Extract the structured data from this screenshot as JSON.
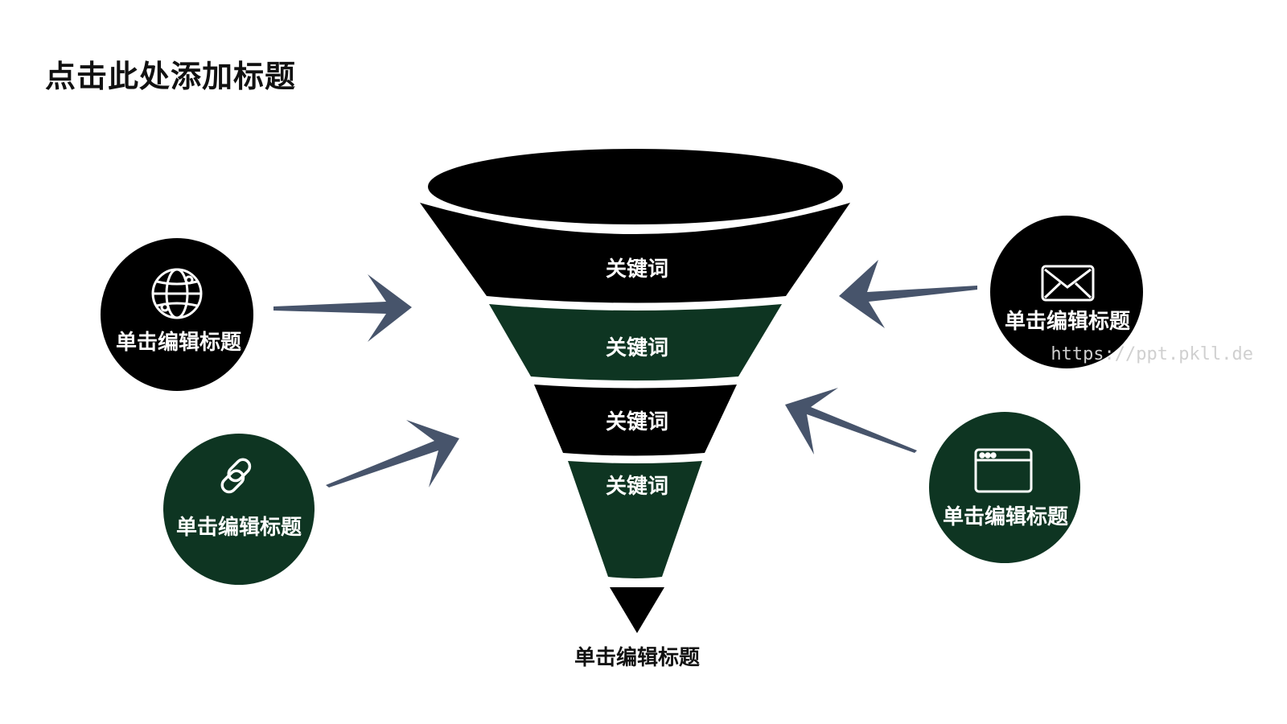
{
  "title": "点击此处添加标题",
  "colors": {
    "dark": "#000000",
    "green": "#0e3522",
    "arrow": "#47546b",
    "icon_stroke": "#ffffff",
    "watermark": "#d0d0d0"
  },
  "funnel": {
    "layers": [
      {
        "label": "关键词",
        "color": "black"
      },
      {
        "label": "关键词",
        "color": "green"
      },
      {
        "label": "关键词",
        "color": "black"
      },
      {
        "label": "关键词",
        "color": "green"
      }
    ],
    "bottom_label": "单击编辑标题"
  },
  "nodes": [
    {
      "label": "单击编辑标题",
      "icon": "globe-icon",
      "color": "black"
    },
    {
      "label": "单击编辑标题",
      "icon": "link-icon",
      "color": "green"
    },
    {
      "label": "单击编辑标题",
      "icon": "mail-icon",
      "color": "black"
    },
    {
      "label": "单击编辑标题",
      "icon": "browser-window-icon",
      "color": "green"
    }
  ],
  "watermark": "https://ppt.pkll.de"
}
